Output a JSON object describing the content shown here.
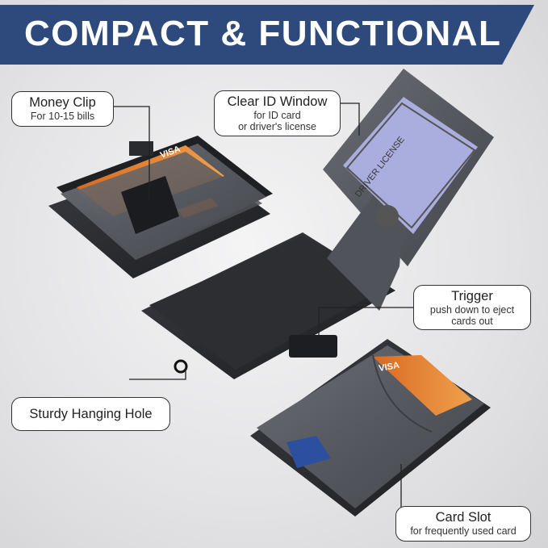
{
  "banner": {
    "title": "COMPACT & FUNCTIONAL",
    "color": "#2e4a7c"
  },
  "callouts": {
    "money_clip": {
      "title": "Money Clip",
      "sub1": "For 10-15 bills"
    },
    "id_window": {
      "title": "Clear ID Window",
      "sub1": "for ID card",
      "sub2": "or driver's license"
    },
    "trigger": {
      "title": "Trigger",
      "sub1": "push down to eject",
      "sub2": "cards out"
    },
    "hanging_hole": {
      "title": "Sturdy Hanging Hole"
    },
    "card_slot": {
      "title": "Card Slot",
      "sub1": "for frequently used card"
    }
  },
  "card_labels": {
    "visa_1": "VISA",
    "visa_2": "VISA",
    "license": "DRIVER LICENSE"
  },
  "colors": {
    "leather": "#5d6066",
    "metal": "#2b2d31",
    "card_orange": "#e07a2c",
    "license_purple": "#a9aede"
  }
}
